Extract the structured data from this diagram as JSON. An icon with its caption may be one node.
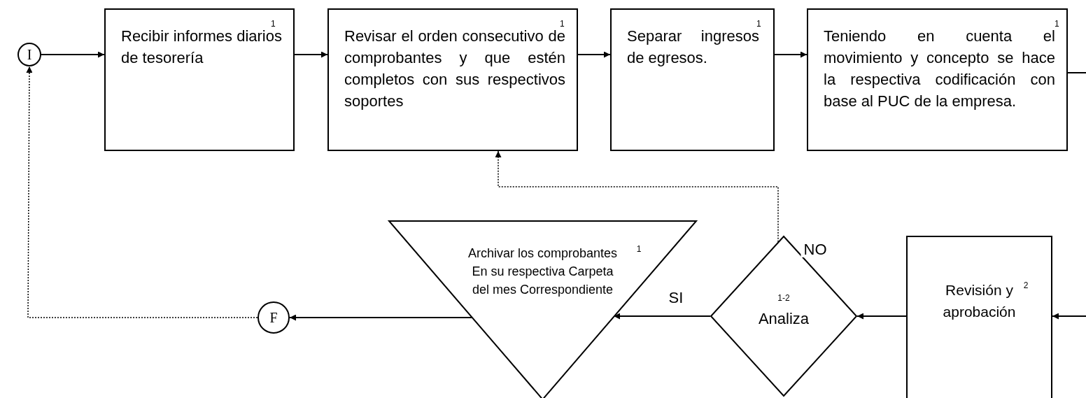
{
  "diagram": {
    "nodes": [
      {
        "text": [
          "I"
        ]
      },
      {
        "text": [
          "1",
          "Recibir informes diarios de tesorería"
        ]
      },
      {
        "text": [
          "1",
          "Revisar el orden consecutivo de comprobantes y que estén completos con sus respectivos soportes"
        ]
      },
      {
        "text": [
          "1",
          "Separar ingresos de egresos."
        ]
      },
      {
        "text": [
          "1",
          "Teniendo en cuenta el movimiento y concepto se hace la respectiva codificación con base al PUC de la empresa."
        ]
      },
      {
        "text": [
          "Archivar los comprobantes En su respectiva Carpeta del mes Correspondiente",
          "1"
        ]
      },
      {
        "text": [
          "1-2",
          "Analiza"
        ]
      },
      {
        "text": [
          "Revisión y aprobación",
          "2"
        ]
      },
      {
        "text": [
          "F"
        ]
      }
    ],
    "edges": [
      {
        "from": 0,
        "to": 1,
        "arrow": "to"
      },
      {
        "from": 1,
        "to": 2,
        "arrow": "to"
      },
      {
        "from": 2,
        "to": 3,
        "arrow": "to"
      },
      {
        "from": 3,
        "to": 4,
        "arrow": "to"
      },
      {
        "from": 4,
        "to": null,
        "arrow": "none"
      },
      {
        "from": null,
        "to": 7,
        "arrow": "to"
      },
      {
        "from": 7,
        "to": 6,
        "arrow": "to"
      },
      {
        "from": 6,
        "to": 5,
        "arrow": "to",
        "label": "SI"
      },
      {
        "from": 6,
        "to": 2,
        "arrow": "to",
        "label": "NO",
        "style": "dashed"
      },
      {
        "from": 5,
        "to": 8,
        "arrow": "to"
      },
      {
        "from": 8,
        "to": 0,
        "arrow": "to",
        "style": "dashed"
      }
    ]
  }
}
